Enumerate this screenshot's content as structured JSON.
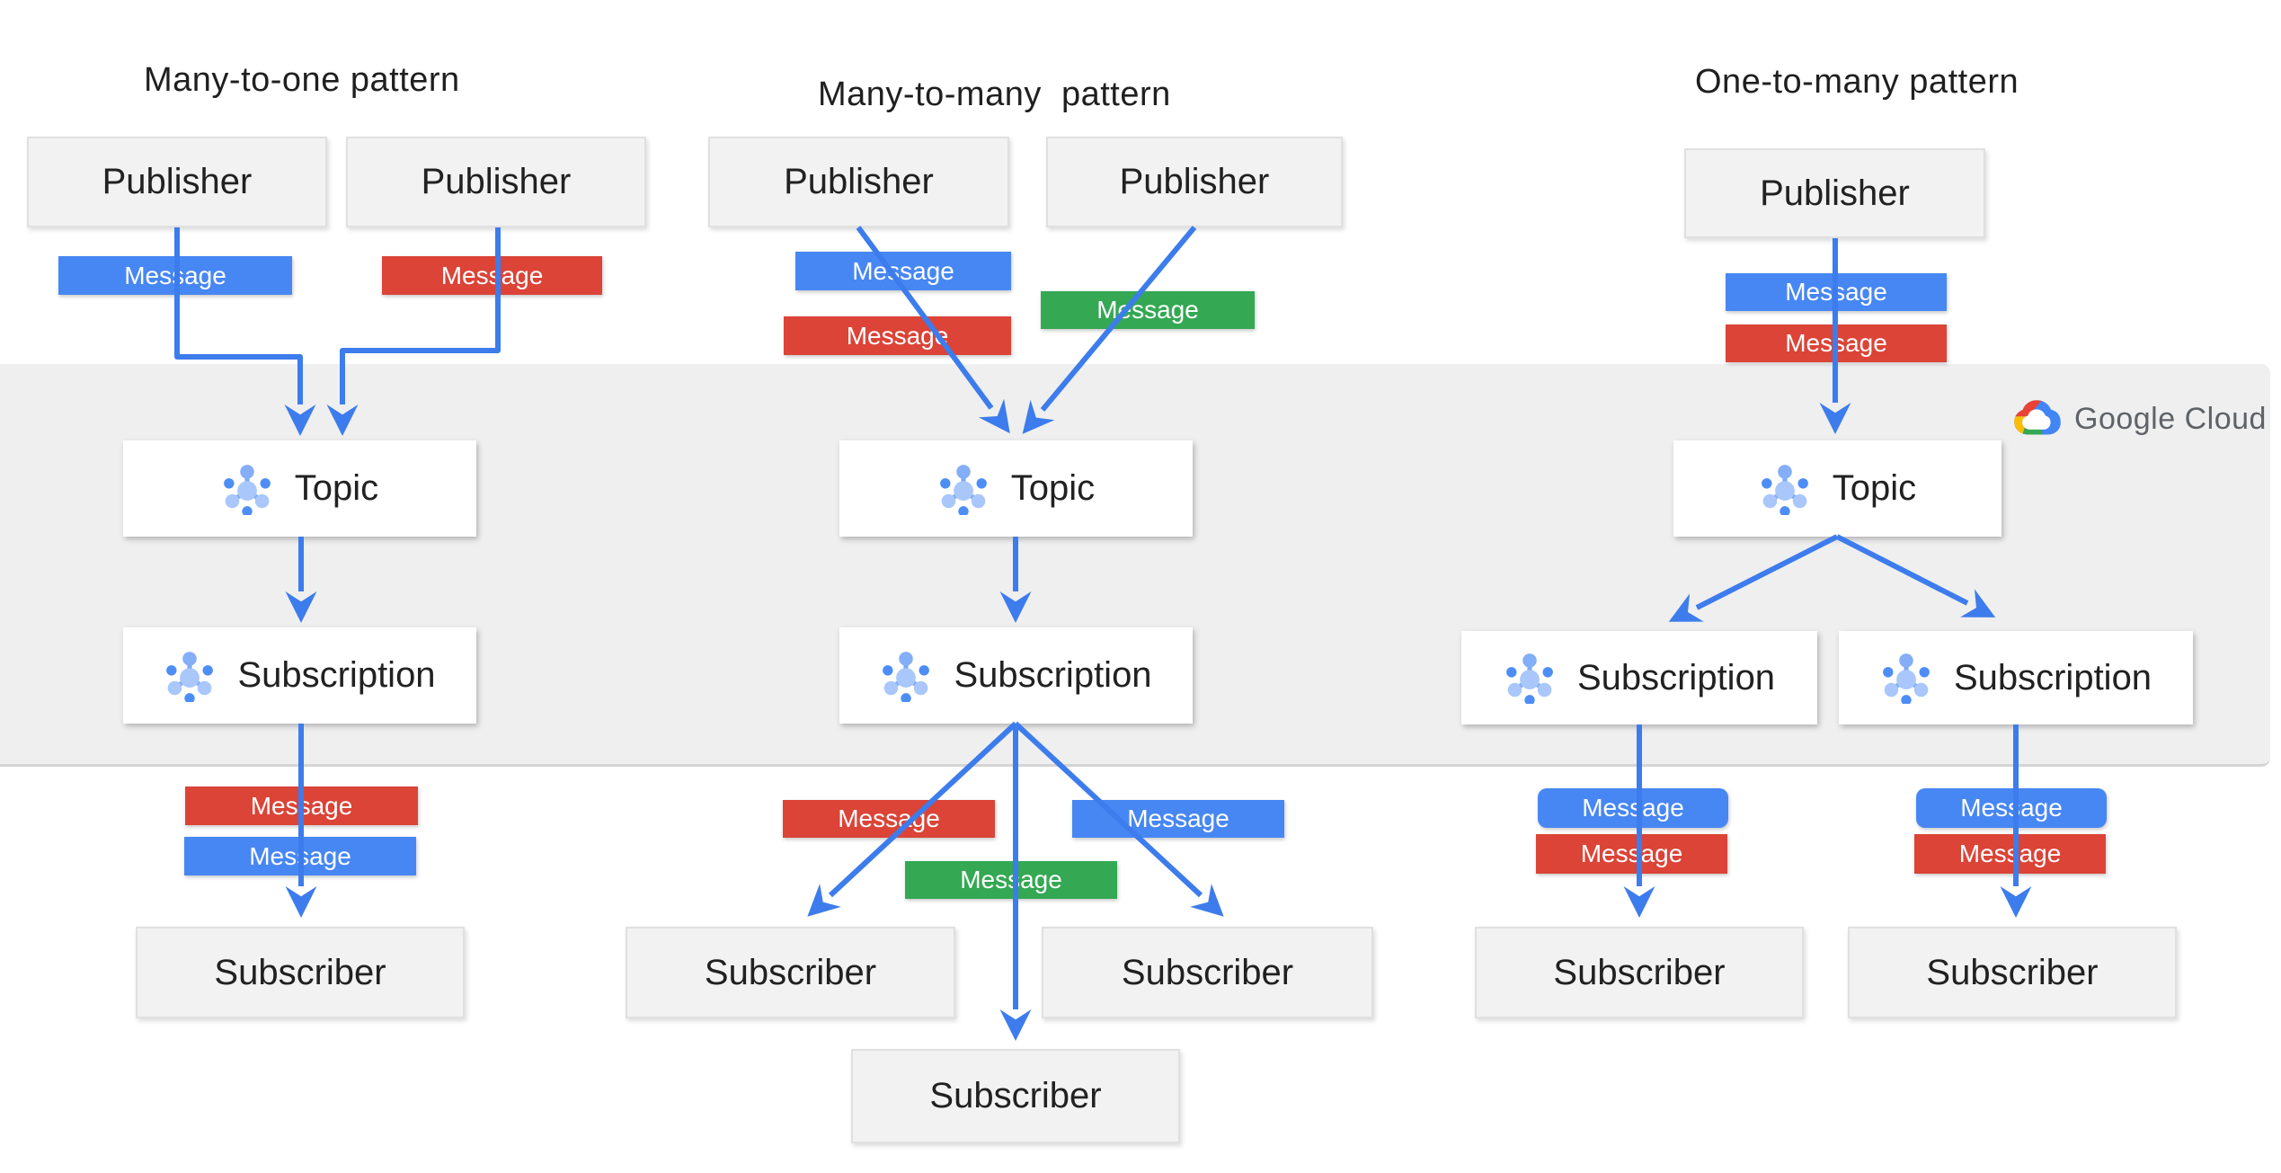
{
  "diagram_type": "google-cloud-pubsub-messaging-patterns",
  "branding": {
    "logo_text": "Google Cloud"
  },
  "labels": {
    "publisher": "Publisher",
    "subscriber": "Subscriber",
    "topic": "Topic",
    "subscription": "Subscription",
    "message": "Message"
  },
  "colors": {
    "message_blue": "#4787f3",
    "message_red": "#db4437",
    "message_green": "#34a853",
    "connector_blue": "#3d7cec",
    "band_gray": "#efefef",
    "band_border": "#d4d4d4",
    "node_gray_bg": "#f2f2f2",
    "node_text": "#212121",
    "logo_text_gray": "#5f6368"
  },
  "patterns": [
    {
      "title": "Many-to-one pattern",
      "publishers": [
        "Publisher",
        "Publisher"
      ],
      "published_messages": [
        "blue",
        "red"
      ],
      "topic": "Topic",
      "subscriptions": [
        "Subscription"
      ],
      "delivered_messages": [
        "red",
        "blue"
      ],
      "subscribers": [
        "Subscriber"
      ]
    },
    {
      "title": "Many-to-many  pattern",
      "publishers": [
        "Publisher",
        "Publisher"
      ],
      "published_messages": [
        "blue",
        "red",
        "green"
      ],
      "topic": "Topic",
      "subscriptions": [
        "Subscription"
      ],
      "delivered_messages": [
        "red",
        "green",
        "blue"
      ],
      "subscribers": [
        "Subscriber",
        "Subscriber",
        "Subscriber"
      ]
    },
    {
      "title": "One-to-many pattern",
      "publishers": [
        "Publisher"
      ],
      "published_messages": [
        "blue",
        "red"
      ],
      "topic": "Topic",
      "subscriptions": [
        "Subscription",
        "Subscription"
      ],
      "delivered_messages": [
        [
          "blue",
          "red"
        ],
        [
          "blue",
          "red"
        ]
      ],
      "subscribers": [
        "Subscriber",
        "Subscriber"
      ]
    }
  ]
}
